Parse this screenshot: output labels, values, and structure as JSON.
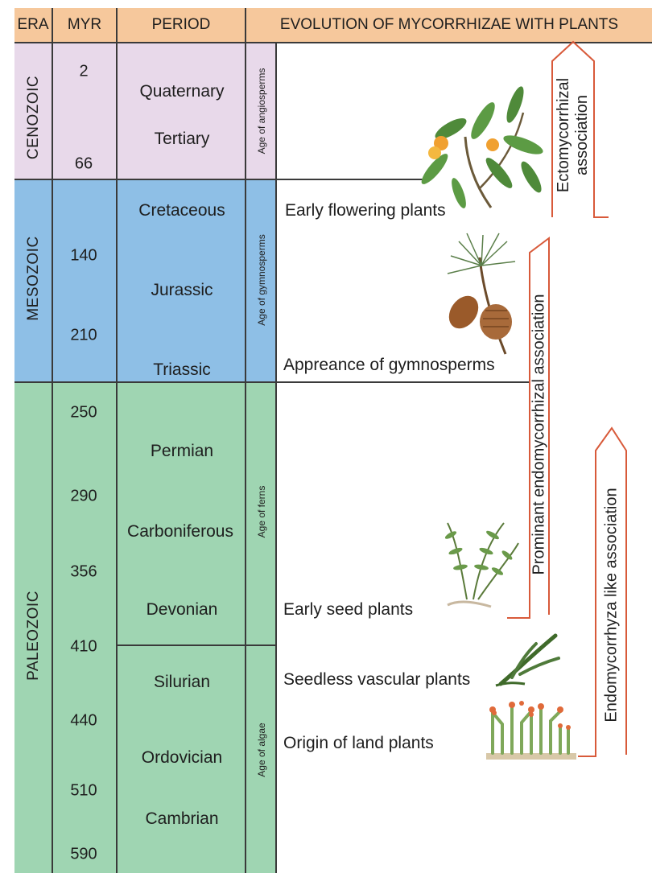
{
  "header": {
    "era": "ERA",
    "myr": "MYR",
    "period": "PERIOD",
    "evolution": "EVOLUTION OF MYCORRHIZAE WITH PLANTS"
  },
  "eras": {
    "cenozoic": "CENOZOIC",
    "mesozoic": "MESOZOIC",
    "paleozoic": "PALEOZOIC"
  },
  "myr": [
    "2",
    "66",
    "140",
    "210",
    "250",
    "290",
    "356",
    "410",
    "440",
    "510",
    "590"
  ],
  "periods": [
    "Quaternary",
    "Tertiary",
    "Cretaceous",
    "Jurassic",
    "Triassic",
    "Permian",
    "Carboniferous",
    "Devonian",
    "Silurian",
    "Ordovician",
    "Cambrian"
  ],
  "ages": {
    "angiosperms": "Age of angiosperms",
    "gymnosperms": "Age of gymnosperms",
    "ferns": "Age of ferns",
    "algae": "Age of algae"
  },
  "events": {
    "flowering": "Early flowering plants",
    "gymnosperms": "Appreance of gymnosperms",
    "seed": "Early seed plants",
    "seedless": "Seedless vascular plants",
    "land": "Origin of land plants"
  },
  "associations": {
    "ecto_line1": "Ectomycorrhizal",
    "ecto_line2": "association",
    "prominent": "Prominant endomycorrhizal association",
    "endo_like": "Endomycorrhyza like association"
  },
  "colors": {
    "header": "#f6c89c",
    "cenozoic": "#e8d9ea",
    "mesozoic": "#8ebfe6",
    "paleozoic": "#9fd5b2",
    "arrow": "#d85a3a"
  }
}
